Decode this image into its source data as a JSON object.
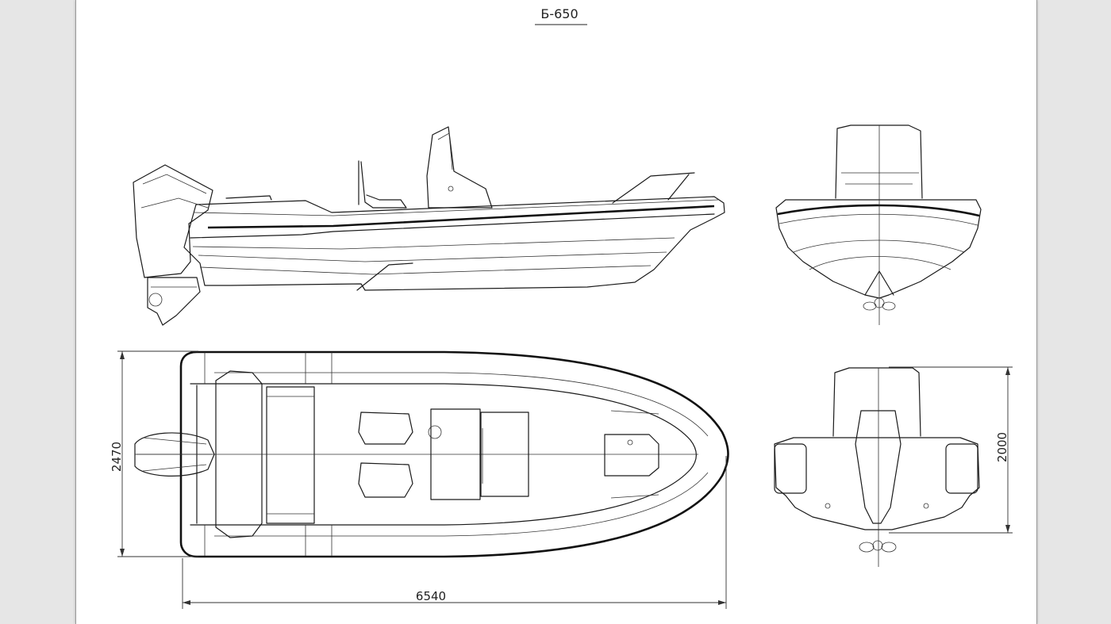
{
  "drawing": {
    "title": "Б-650",
    "dimensions": {
      "overall_length": "6540",
      "overall_beam": "2470",
      "stern_height": "2000"
    },
    "colors": {
      "page_background": "#e6e6e6",
      "sheet": "#ffffff",
      "line": "#1a1a1a"
    }
  }
}
